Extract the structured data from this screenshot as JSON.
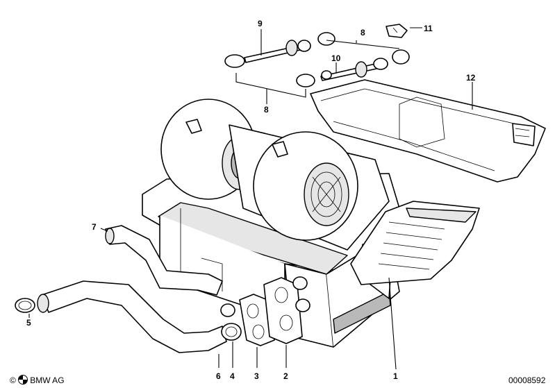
{
  "callouts": {
    "n1": "1",
    "n2": "2",
    "n3": "3",
    "n4": "4",
    "n5": "5",
    "n6": "6",
    "n7": "7",
    "n8_top": "8",
    "n8_left": "8",
    "n9": "9",
    "n10": "10",
    "n11": "11",
    "n12": "12"
  },
  "footer": {
    "copyright": "BMW AG",
    "diagram_id": "00008592"
  },
  "logo_icon": "bmw-roundel-icon"
}
